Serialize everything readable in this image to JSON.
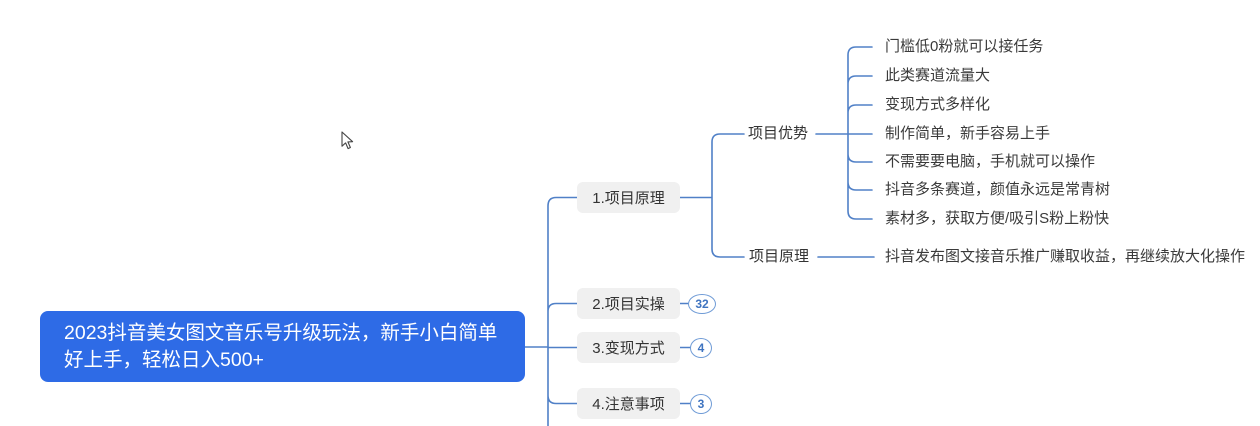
{
  "colors": {
    "canvas_bg": "#ffffff",
    "root_bg": "#2e6be6",
    "root_text": "#ffffff",
    "connector": "#5080c7",
    "node_bg": "#f0f0f0",
    "node_text": "#333333",
    "leaf_text": "#3a3a3a",
    "badge_bg": "#ffffff",
    "badge_border": "#6f9bd6",
    "badge_text": "#3f74c0"
  },
  "root": {
    "title": "2023抖音美女图文音乐号升级玩法，新手小白简单好上手，轻松日入500+"
  },
  "branches": [
    {
      "label": "1.项目原理"
    },
    {
      "label": "2.项目实操",
      "count": "32"
    },
    {
      "label": "3.变现方式",
      "count": "4"
    },
    {
      "label": "4.注意事项",
      "count": "3"
    }
  ],
  "subtopics": [
    {
      "label": "项目优势"
    },
    {
      "label": "项目原理"
    }
  ],
  "advantage_leaves": [
    "门槛低0粉就可以接任务",
    "此类赛道流量大",
    "变现方式多样化",
    "制作简单，新手容易上手",
    "不需要要电脑，手机就可以操作",
    "抖音多条赛道，颜值永远是常青树",
    "素材多，获取方便/吸引S粉上粉快"
  ],
  "principle_leaf": "抖音发布图文接音乐推广赚取收益，再继续放大化操作",
  "cursor": {
    "type": "arrow"
  }
}
